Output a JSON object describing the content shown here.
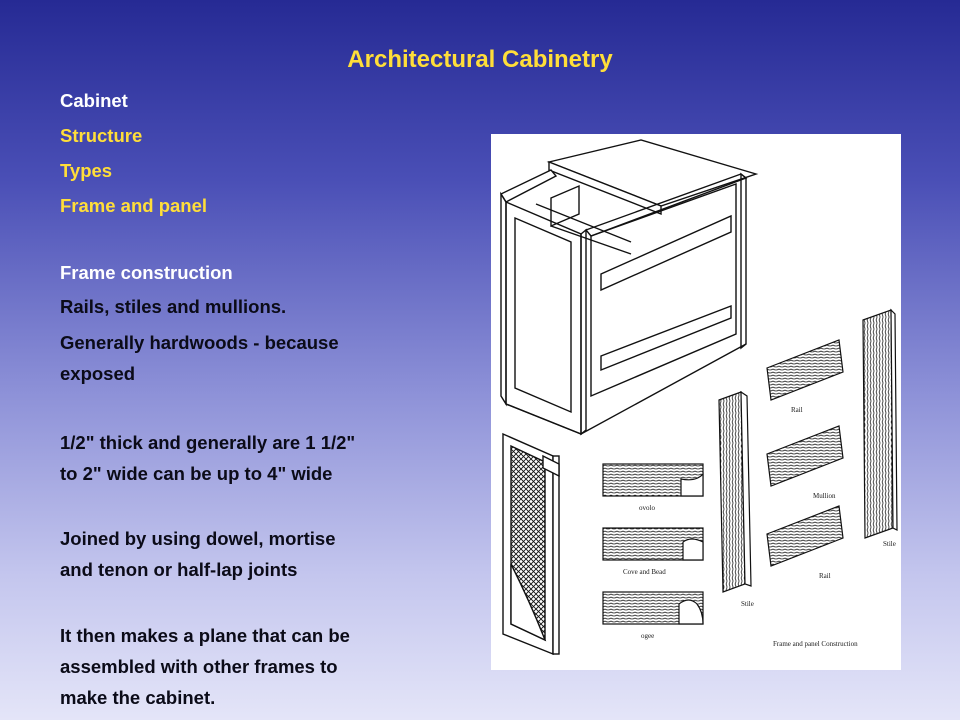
{
  "slide": {
    "title": "Architectural Cabinetry",
    "lines": [
      "Cabinet",
      "Structure",
      "Types",
      "Frame and panel",
      "Frame construction",
      "Rails,  stiles and mullions.",
      "Generally hardwoods - because",
      "exposed",
      "1/2\" thick and generally are 1 1/2\"",
      "to 2\" wide  can be up to 4\" wide",
      "Joined by using dowel, mortise",
      "and tenon or half-lap joints",
      "It then makes a plane that can be",
      "assembled with other frames to",
      "make the cabinet."
    ]
  },
  "figure": {
    "labels": {
      "ovolo": "ovolo",
      "cove_bead": "Cove and Bead",
      "ogee": "ogee",
      "rail_top": "Rail",
      "mullion": "Mullion",
      "rail_bottom": "Rail",
      "stile_left": "Stile",
      "stile_right": "Stile",
      "caption": "Frame and panel Construction"
    }
  }
}
